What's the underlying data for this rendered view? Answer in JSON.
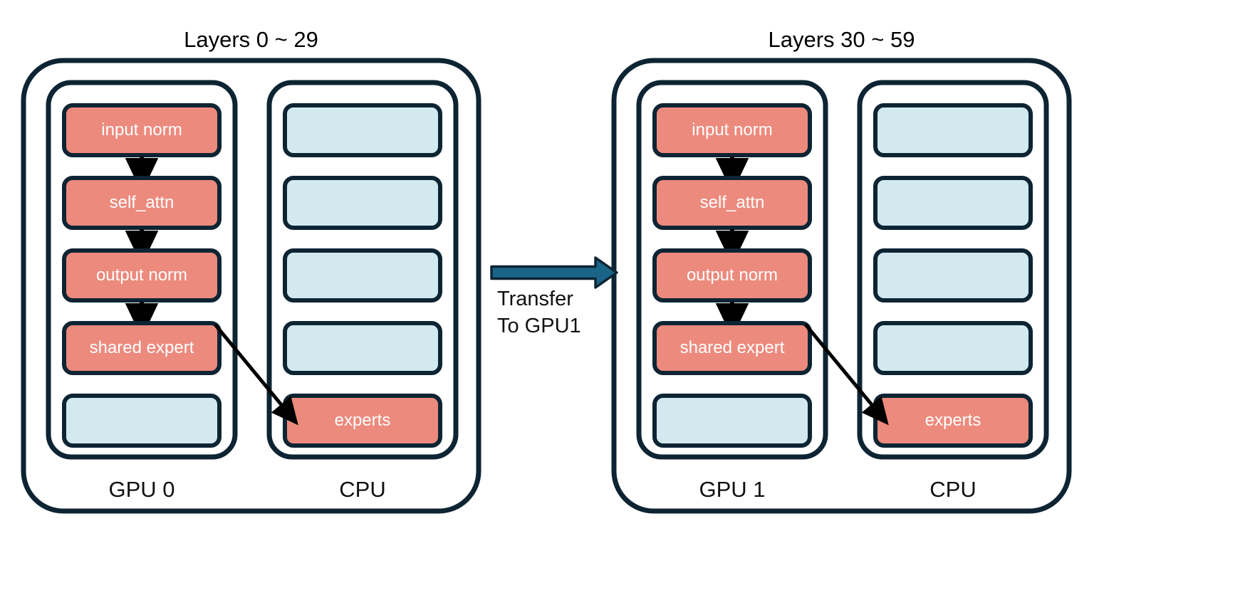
{
  "diagram": {
    "title_left": "Layers 0 ~ 29",
    "title_right": "Layers 30 ~ 59",
    "colors": {
      "stroke": "#0d2433",
      "active": "#ec8a7d",
      "idle": "#d3e9f0",
      "transfer": "#1a6487",
      "background": "#ffffff",
      "box_text": "#ffffff",
      "label_text": "#111111"
    }
  },
  "panels": [
    {
      "title": "Layers 0 ~ 29",
      "device_label": "GPU 0",
      "host_label": "CPU",
      "device_blocks": [
        {
          "label": "input norm",
          "state": "active"
        },
        {
          "label": "self_attn",
          "state": "active"
        },
        {
          "label": "output norm",
          "state": "active"
        },
        {
          "label": "shared expert",
          "state": "active"
        },
        {
          "label": "",
          "state": "idle"
        }
      ],
      "host_blocks": [
        {
          "label": "",
          "state": "idle"
        },
        {
          "label": "",
          "state": "idle"
        },
        {
          "label": "",
          "state": "idle"
        },
        {
          "label": "",
          "state": "idle"
        },
        {
          "label": "experts",
          "state": "active"
        }
      ]
    },
    {
      "title": "Layers 30 ~ 59",
      "device_label": "GPU 1",
      "host_label": "CPU",
      "device_blocks": [
        {
          "label": "input norm",
          "state": "active"
        },
        {
          "label": "self_attn",
          "state": "active"
        },
        {
          "label": "output norm",
          "state": "active"
        },
        {
          "label": "shared expert",
          "state": "active"
        },
        {
          "label": "",
          "state": "idle"
        }
      ],
      "host_blocks": [
        {
          "label": "",
          "state": "idle"
        },
        {
          "label": "",
          "state": "idle"
        },
        {
          "label": "",
          "state": "idle"
        },
        {
          "label": "",
          "state": "idle"
        },
        {
          "label": "experts",
          "state": "active"
        }
      ]
    }
  ],
  "transfer": {
    "line1": "Transfer",
    "line2": "To GPU1",
    "arrow_name": "transfer-arrow"
  }
}
